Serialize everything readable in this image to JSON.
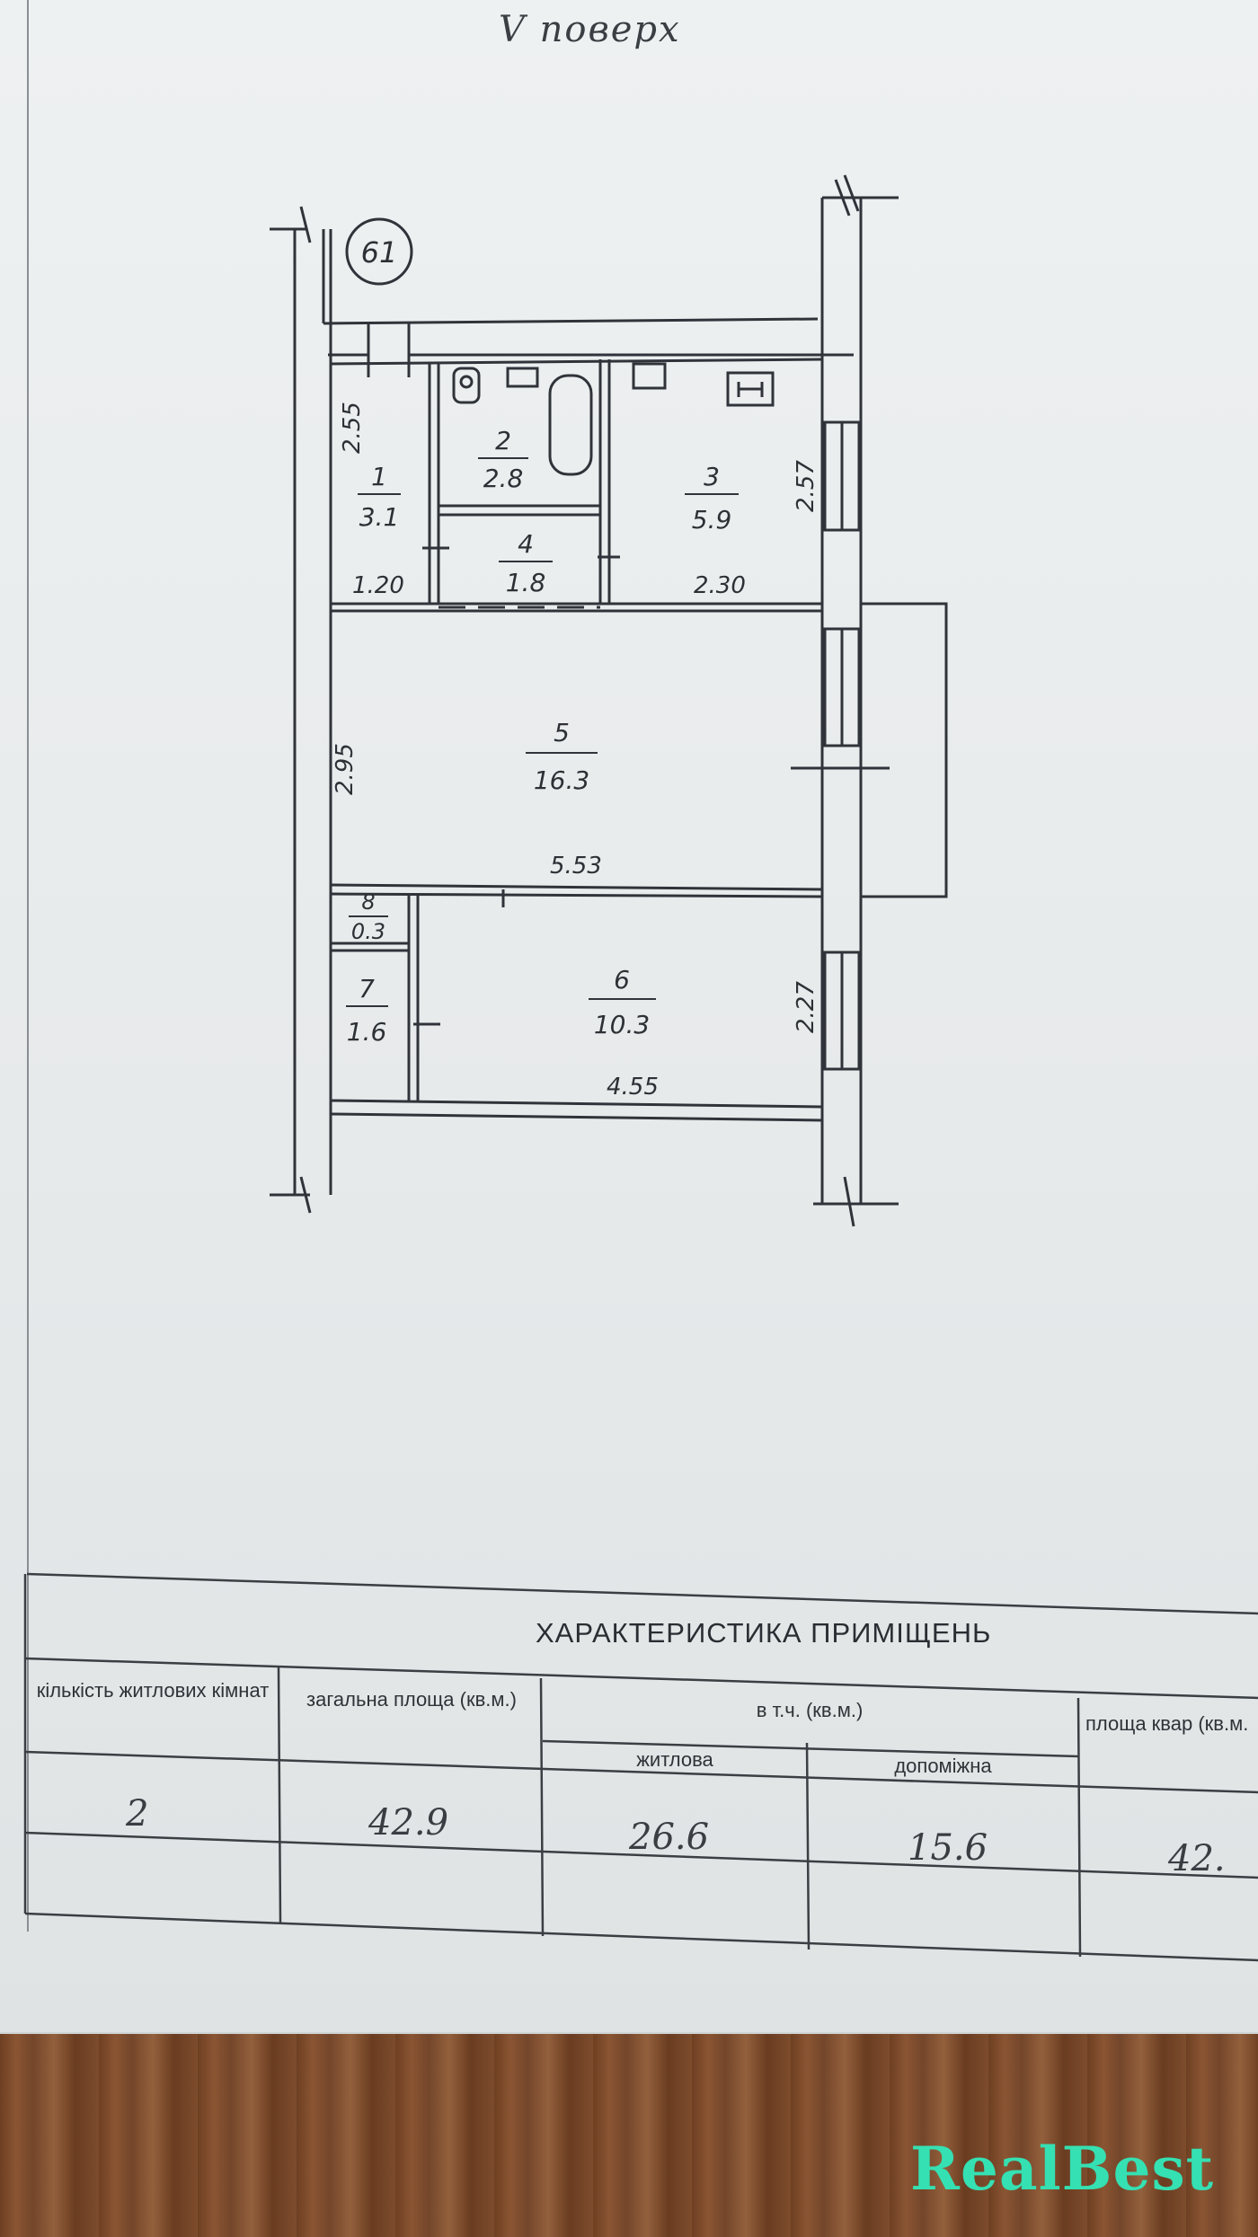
{
  "floor_label": "V поверх",
  "plan": {
    "apartment_no": "61",
    "rooms": [
      {
        "no": "1",
        "area": "3.1"
      },
      {
        "no": "2",
        "area": "2.8"
      },
      {
        "no": "3",
        "area": "5.9"
      },
      {
        "no": "4",
        "area": "1.8"
      },
      {
        "no": "5",
        "area": "16.3"
      },
      {
        "no": "6",
        "area": "10.3"
      },
      {
        "no": "7",
        "area": "1.6"
      },
      {
        "no": "8",
        "area": "0.3"
      }
    ],
    "dimensions": [
      "2.55",
      "2.57",
      "1.20",
      "2.30",
      "2.95",
      "5.53",
      "2.27",
      "4.55"
    ]
  },
  "table": {
    "title": "ХАРАКТЕРИСТИКА ПРИМІЩЕНЬ",
    "headers": {
      "rooms_count": "кількість житлових кімнат",
      "total_area": "загальна площа (кв.м.)",
      "incl": "в т.ч. (кв.м.)",
      "living": "житлова",
      "auxiliary": "допоміжна",
      "apartment_area": "площа квар (кв.м."
    },
    "values": {
      "rooms_count": "2",
      "total_area": "42.9",
      "living": "26.6",
      "auxiliary": "15.6",
      "apartment_area": "42."
    }
  },
  "watermark": "RealBest"
}
